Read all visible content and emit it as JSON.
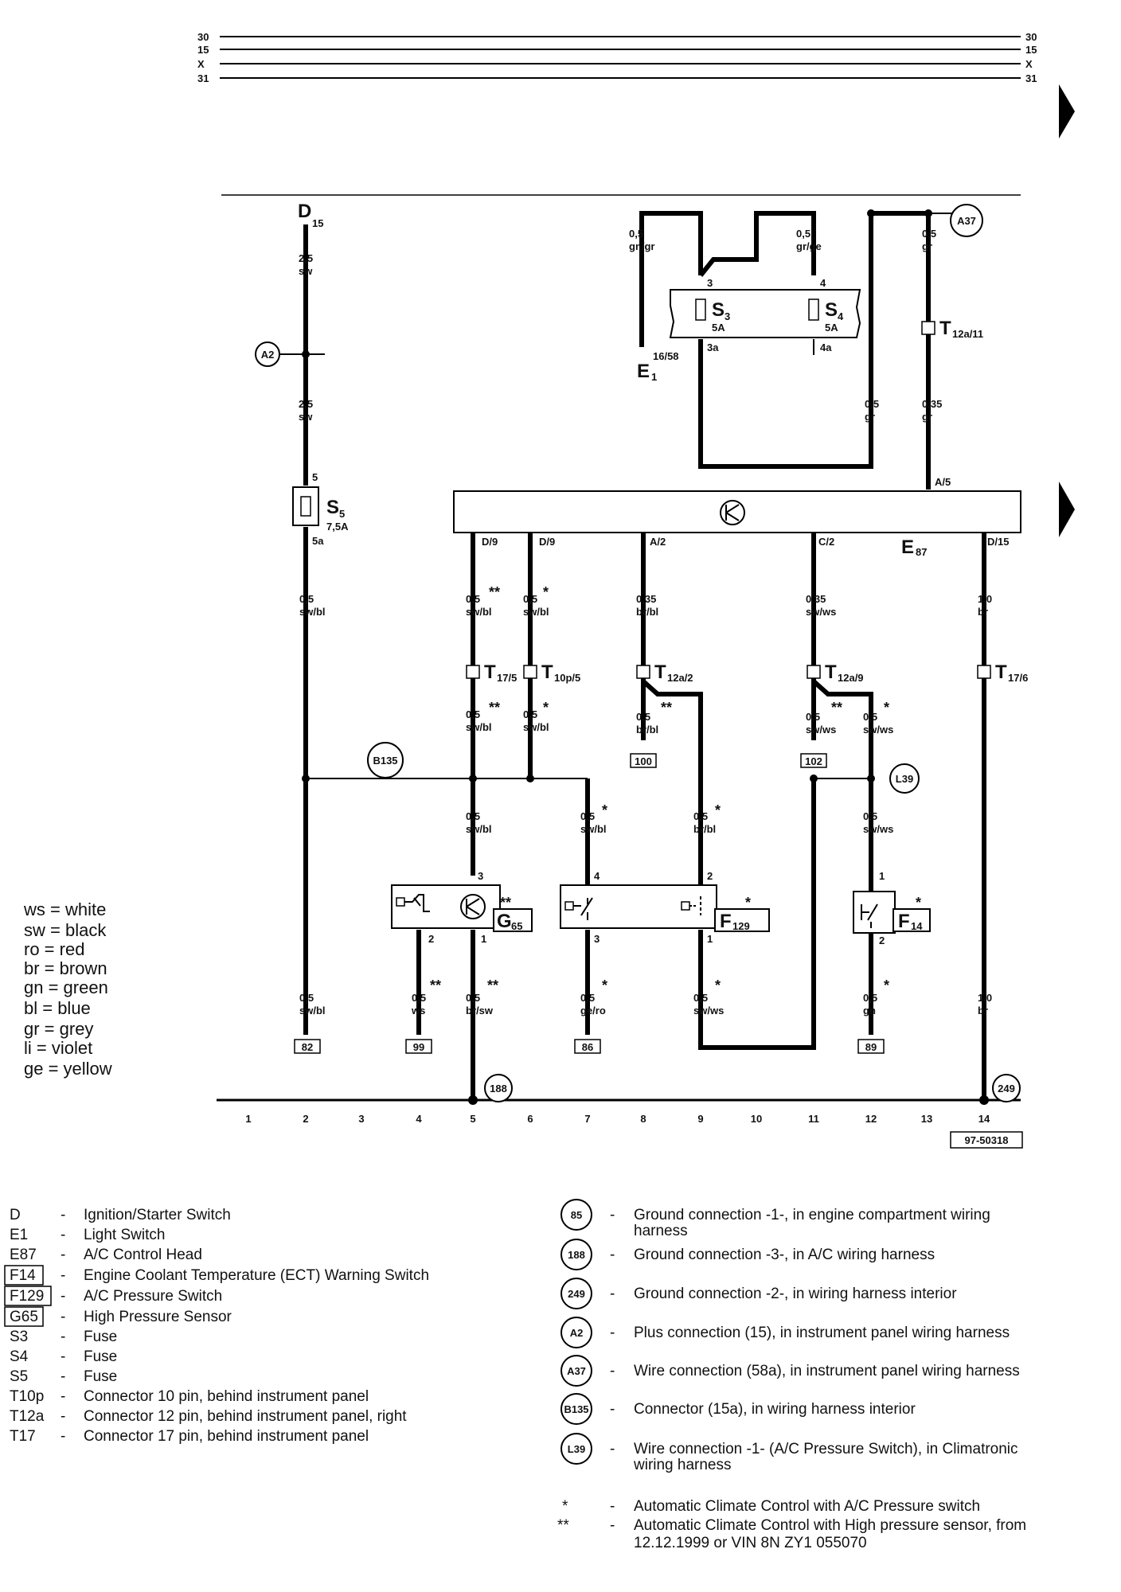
{
  "rails": [
    {
      "label": "30"
    },
    {
      "label": "15"
    },
    {
      "label": "X"
    },
    {
      "label": "31"
    }
  ],
  "columns": [
    "1",
    "2",
    "3",
    "4",
    "5",
    "6",
    "7",
    "8",
    "9",
    "10",
    "11",
    "12",
    "13",
    "14"
  ],
  "reference_number": "97-50318",
  "components": {
    "D": "D",
    "D_pin": "15",
    "E1": "E",
    "E1_sub": "1",
    "E1_pin": "16/58",
    "S3": "S",
    "S3_sub": "3",
    "S3_rating": "5A",
    "S4": "S",
    "S4_sub": "4",
    "S4_rating": "5A",
    "S5": "S",
    "S5_sub": "5",
    "S5_rating": "7,5A",
    "E87": "E",
    "E87_sub": "87",
    "G65": "G",
    "G65_sub": "65",
    "F129": "F",
    "F129_sub": "129",
    "F14": "F",
    "F14_sub": "14"
  },
  "pins": {
    "s3_in": "3",
    "s3_out": "3a",
    "s4_in": "4",
    "s4_out": "4a",
    "s5_in": "5",
    "s5_out": "5a",
    "e87_d9a": "D/9",
    "e87_d9b": "D/9",
    "e87_a2": "A/2",
    "e87_c2": "C/2",
    "e87_d15": "D/15",
    "e87_a5": "A/5",
    "g65_3": "3",
    "g65_2": "2",
    "g65_1": "1",
    "f129_4": "4",
    "f129_3": "3",
    "f129_2": "2",
    "f129_1": "1",
    "f14_1": "1",
    "f14_2": "2"
  },
  "connectors": {
    "t12a11": "T",
    "t12a11_sub": "12a/11",
    "t17_5": "T",
    "t17_5_sub": "17/5",
    "t10p5": "T",
    "t10p5_sub": "10p/5",
    "t12a2": "T",
    "t12a2_sub": "12a/2",
    "t12a9": "T",
    "t12a9_sub": "12a/9",
    "t17_6": "T",
    "t17_6_sub": "17/6"
  },
  "wires": {
    "w_d_top": [
      "2,5",
      "sw"
    ],
    "w_d_mid": [
      "2,5",
      "sw"
    ],
    "w_c2_sw": [
      "0,5",
      "sw/bl"
    ],
    "w_gngr": [
      "0,5",
      "gn/gr"
    ],
    "w_grge": [
      "0,5",
      "gr/ge"
    ],
    "w_gr1": [
      "0,5",
      "gr"
    ],
    "w_gr2": [
      "0,5",
      "gr"
    ],
    "w_gr3": [
      "0,35",
      "gr"
    ],
    "w_c5a": [
      "0,5",
      "sw/bl"
    ],
    "w_c6a": [
      "0,5",
      "sw/bl"
    ],
    "w_c8a": [
      "0,35",
      "br/bl"
    ],
    "w_c11a": [
      "0,35",
      "sw/ws"
    ],
    "w_c14a": [
      "1,0",
      "br"
    ],
    "w_c5b": [
      "0,5",
      "sw/bl"
    ],
    "w_c6b": [
      "0,5",
      "sw/bl"
    ],
    "w_c8b": [
      "0,5",
      "br/bl"
    ],
    "w_c11b": [
      "0,5",
      "sw/ws"
    ],
    "w_c12b": [
      "0,5",
      "sw/ws"
    ],
    "w_c5c": [
      "0,5",
      "sw/bl"
    ],
    "w_c7c": [
      "0,5",
      "sw/bl"
    ],
    "w_c9c": [
      "0,5",
      "br/bl"
    ],
    "w_c12c": [
      "0,5",
      "sw/ws"
    ],
    "w_c2d": [
      "0,5",
      "sw/bl"
    ],
    "w_c4d": [
      "0,5",
      "ws"
    ],
    "w_c5d": [
      "0,5",
      "br/sw"
    ],
    "w_c7d": [
      "0,5",
      "ge/ro"
    ],
    "w_c9d": [
      "0,5",
      "sw/ws"
    ],
    "w_c12d": [
      "0,5",
      "gn"
    ],
    "w_c14d": [
      "1,0",
      "br"
    ]
  },
  "references": {
    "c2": "82",
    "c4": "99",
    "c7": "86",
    "c12": "89",
    "c8": "100",
    "c11": "102"
  },
  "circles": {
    "a2": "A2",
    "a37": "A37",
    "b135": "B135",
    "l39": "L39",
    "g188": "188",
    "g249": "249"
  },
  "markers": {
    "single": "*",
    "double": "**"
  },
  "color_legend": [
    "ws = white",
    "sw = black",
    "ro  = red",
    "br  = brown",
    "gn  = green",
    "bl  = blue",
    "gr  = grey",
    "li   = violet",
    "ge  = yellow"
  ],
  "key_left": [
    {
      "code": "D",
      "desc": "Ignition/Starter Switch",
      "boxed": false
    },
    {
      "code": "E1",
      "desc": "Light Switch",
      "boxed": false
    },
    {
      "code": "E87",
      "desc": "A/C Control Head",
      "boxed": false
    },
    {
      "code": "F14",
      "desc": "Engine Coolant Temperature (ECT) Warning Switch",
      "boxed": true
    },
    {
      "code": "F129",
      "desc": "A/C Pressure Switch",
      "boxed": true
    },
    {
      "code": "G65",
      "desc": "High Pressure Sensor",
      "boxed": true
    },
    {
      "code": "S3",
      "desc": "Fuse",
      "boxed": false
    },
    {
      "code": "S4",
      "desc": "Fuse",
      "boxed": false
    },
    {
      "code": "S5",
      "desc": "Fuse",
      "boxed": false
    },
    {
      "code": "T10p",
      "desc": "Connector 10 pin, behind instrument panel",
      "boxed": false
    },
    {
      "code": "T12a",
      "desc": "Connector 12 pin, behind instrument panel, right",
      "boxed": false
    },
    {
      "code": "T17",
      "desc": "Connector 17 pin, behind instrument panel",
      "boxed": false
    }
  ],
  "key_right": [
    {
      "code": "85",
      "lines": [
        "Ground connection -1-, in engine compartment wiring",
        "harness"
      ]
    },
    {
      "code": "188",
      "lines": [
        "Ground connection -3-, in A/C wiring harness"
      ]
    },
    {
      "code": "249",
      "lines": [
        "Ground connection -2-, in wiring harness interior"
      ]
    },
    {
      "code": "A2",
      "lines": [
        "Plus connection (15), in instrument panel wiring harness"
      ]
    },
    {
      "code": "A37",
      "lines": [
        "Wire connection (58a), in instrument panel wiring harness"
      ]
    },
    {
      "code": "B135",
      "lines": [
        "Connector (15a), in wiring harness interior"
      ]
    },
    {
      "code": "L39",
      "lines": [
        "Wire connection -1- (A/C Pressure Switch), in Climatronic",
        "wiring harness"
      ]
    }
  ],
  "footnotes": [
    {
      "mark": "*",
      "lines": [
        "Automatic Climate Control with A/C Pressure switch"
      ]
    },
    {
      "mark": "**",
      "lines": [
        "Automatic Climate Control with High pressure sensor, from",
        "12.12.1999 or VIN 8N ZY1 055070"
      ]
    }
  ],
  "dash": "-"
}
